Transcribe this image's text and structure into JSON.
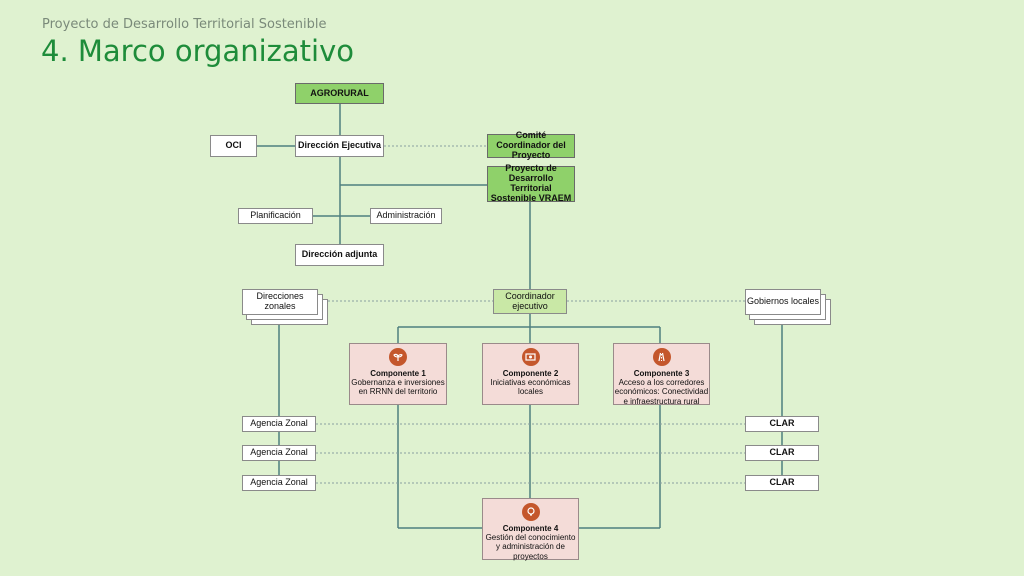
{
  "header": {
    "subtitle": "Proyecto de Desarrollo Territorial Sostenible",
    "title": "4. Marco organizativo"
  },
  "nodes": {
    "agrorural": "AGRORURAL",
    "oci": "OCI",
    "direccion_ejecutiva": "Dirección Ejecutiva",
    "comite": "Comité Coordinador del Proyecto",
    "proyecto": "Proyecto de Desarrollo Territorial Sostenible VRAEM",
    "planificacion": "Planificación",
    "administracion": "Administración",
    "direccion_adjunta": "Dirección adjunta",
    "direcciones_zonales": "Direcciones zonales",
    "coordinador": "Coordinador ejecutivo",
    "gobiernos_locales": "Gobiernos locales",
    "agencias": [
      "Agencia Zonal",
      "Agencia Zonal",
      "Agencia Zonal"
    ],
    "clar": [
      "CLAR",
      "CLAR",
      "CLAR"
    ]
  },
  "components": [
    {
      "title": "Componente 1",
      "text": "Gobernanza e inversiones en RRNN del territorio",
      "icon": "sprout-icon"
    },
    {
      "title": "Componente 2",
      "text": "Iniciativas económicas locales",
      "icon": "money-icon"
    },
    {
      "title": "Componente 3",
      "text": "Acceso a los corredores económicos: Conectividad e infraestructura rural",
      "icon": "road-icon"
    },
    {
      "title": "Componente 4",
      "text": "Gestión del conocimiento y administración de proyectos",
      "icon": "idea-icon"
    }
  ],
  "colors": {
    "background": "#dff2d0",
    "title": "#1e8c3a",
    "highlight": "#8fd16a",
    "component": "#f4dcd8",
    "icon": "#c4572c",
    "connector": "#4f7f7f"
  }
}
